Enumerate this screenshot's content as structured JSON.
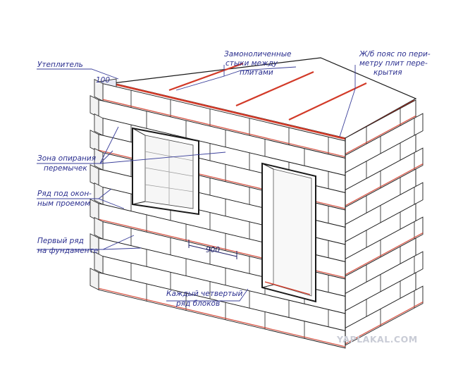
{
  "labels": {
    "insulation": "Утеплитель",
    "insulation_size": "100",
    "monolithic_joints": [
      "Замоноличенные",
      "стыки между",
      "плитами"
    ],
    "rc_belt": [
      "Ж/б пояс по пери-",
      "метру плит пере-",
      "крытия"
    ],
    "lintel_zone": [
      "Зона опирания",
      "перемычек"
    ],
    "under_window_row": [
      "Ряд под окон-",
      "ным проемом"
    ],
    "first_row": [
      "Первый ряд",
      "на фундаменте"
    ],
    "block_length": "900",
    "every_fourth_row": [
      "Каждый четвертый",
      "ряд блоков"
    ]
  },
  "watermark": "YAPLAKAL.COM",
  "colors": {
    "leader": "#3a3f9a",
    "rebar": "#d23a28",
    "outline": "#1a1a1a",
    "label": "#2b2f8f"
  }
}
